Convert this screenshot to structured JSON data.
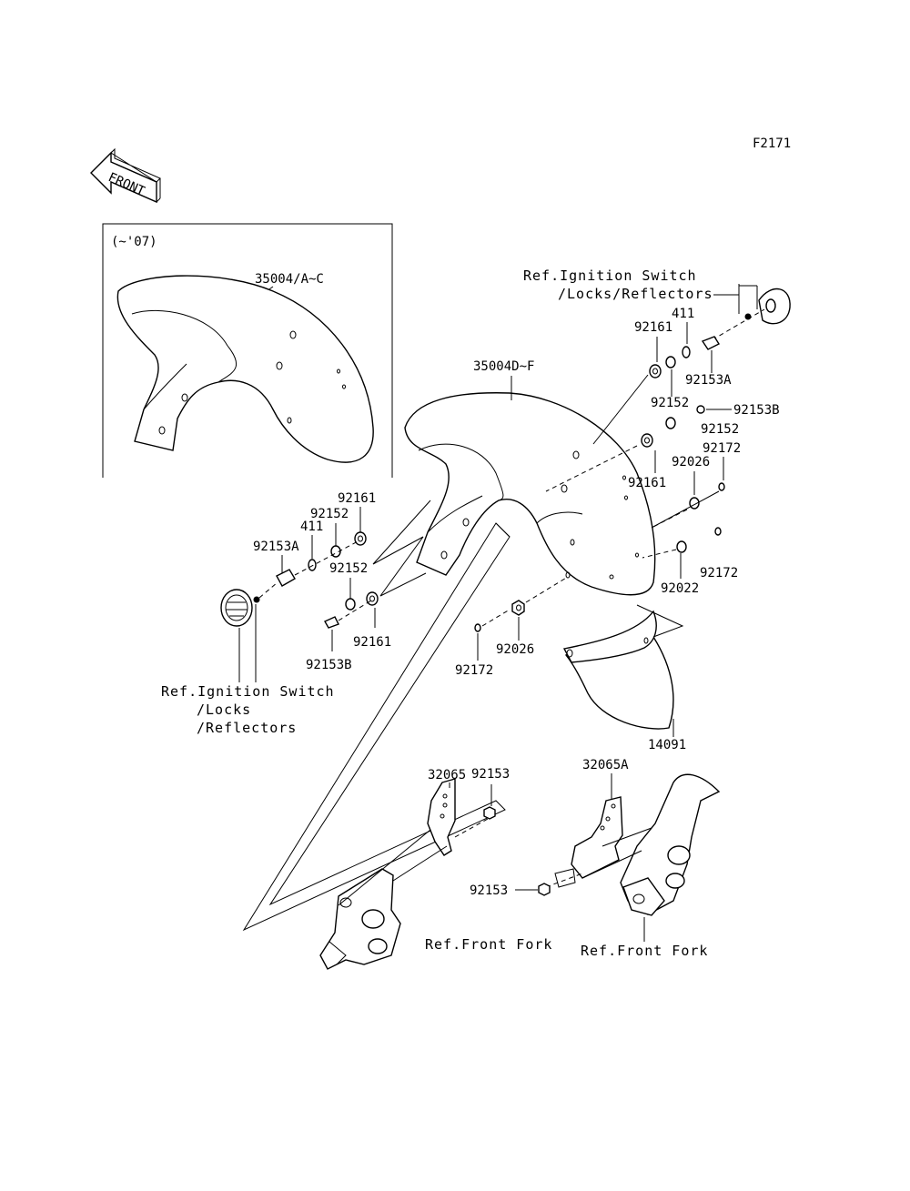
{
  "figure_id": "F2171",
  "front_label": "FRONT",
  "inset": {
    "title": "(~'07)",
    "part": "35004/A~C"
  },
  "parts": {
    "fender_main": "35004D~F",
    "flap": "14091",
    "bracket_left": "32065",
    "bracket_right": "32065A",
    "bolt_9215": "92153",
    "bolt_9215_b": "92153",
    "r_411": "411",
    "r_92161_a": "92161",
    "r_92153A": "92153A",
    "r_92152_a": "92152",
    "r_92153B": "92153B",
    "r_92152_b": "92152",
    "r_92172_a": "92172",
    "r_92161_b": "92161",
    "r_92026": "92026",
    "r_92172_b": "92172",
    "r_92022": "92022",
    "c_92026": "92026",
    "c_92172": "92172",
    "l_92161_a": "92161",
    "l_92152_a": "92152",
    "l_411": "411",
    "l_92153A": "92153A",
    "l_92152_b": "92152",
    "l_92161_b": "92161",
    "l_92153B": "92153B"
  },
  "refs": {
    "ignition_right_1": "Ref.Ignition Switch",
    "ignition_right_2": "/Locks/Reflectors",
    "ignition_left_1": "Ref.Ignition Switch",
    "ignition_left_2": "/Locks",
    "ignition_left_3": "/Reflectors",
    "front_fork_left": "Ref.Front Fork",
    "front_fork_right": "Ref.Front Fork"
  }
}
